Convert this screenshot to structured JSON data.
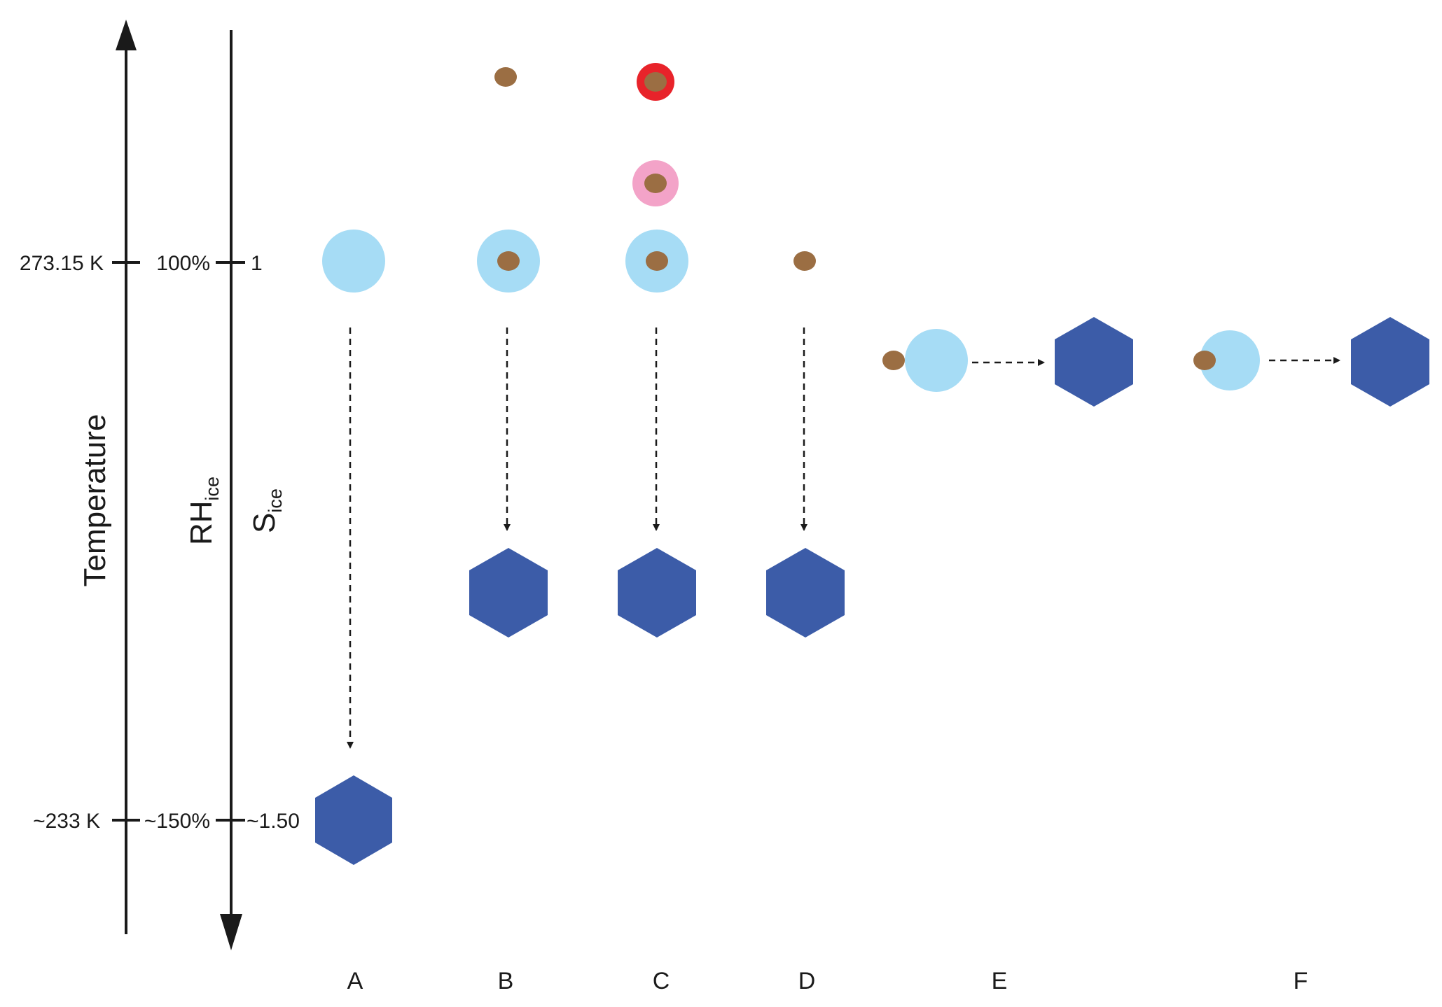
{
  "axes": {
    "temperature": {
      "title": "Temperature",
      "ticks": [
        "273.15 K",
        "~233 K"
      ]
    },
    "rh_ice": {
      "title": "RH",
      "subscript": "ice",
      "ticks": [
        "100%",
        "~150%"
      ]
    },
    "s_ice": {
      "title": "S",
      "subscript": "ice",
      "ticks": [
        "1",
        "~1.50"
      ]
    }
  },
  "columns": [
    "A",
    "B",
    "C",
    "D",
    "E",
    "F"
  ],
  "colors": {
    "droplet": "#a6dcf5",
    "ice": "#3c5ca8",
    "particle": "#9b6e43",
    "coating_pink": "#f3a3c8",
    "coating_red": "#e8232a",
    "axis": "#1a1a1a"
  }
}
